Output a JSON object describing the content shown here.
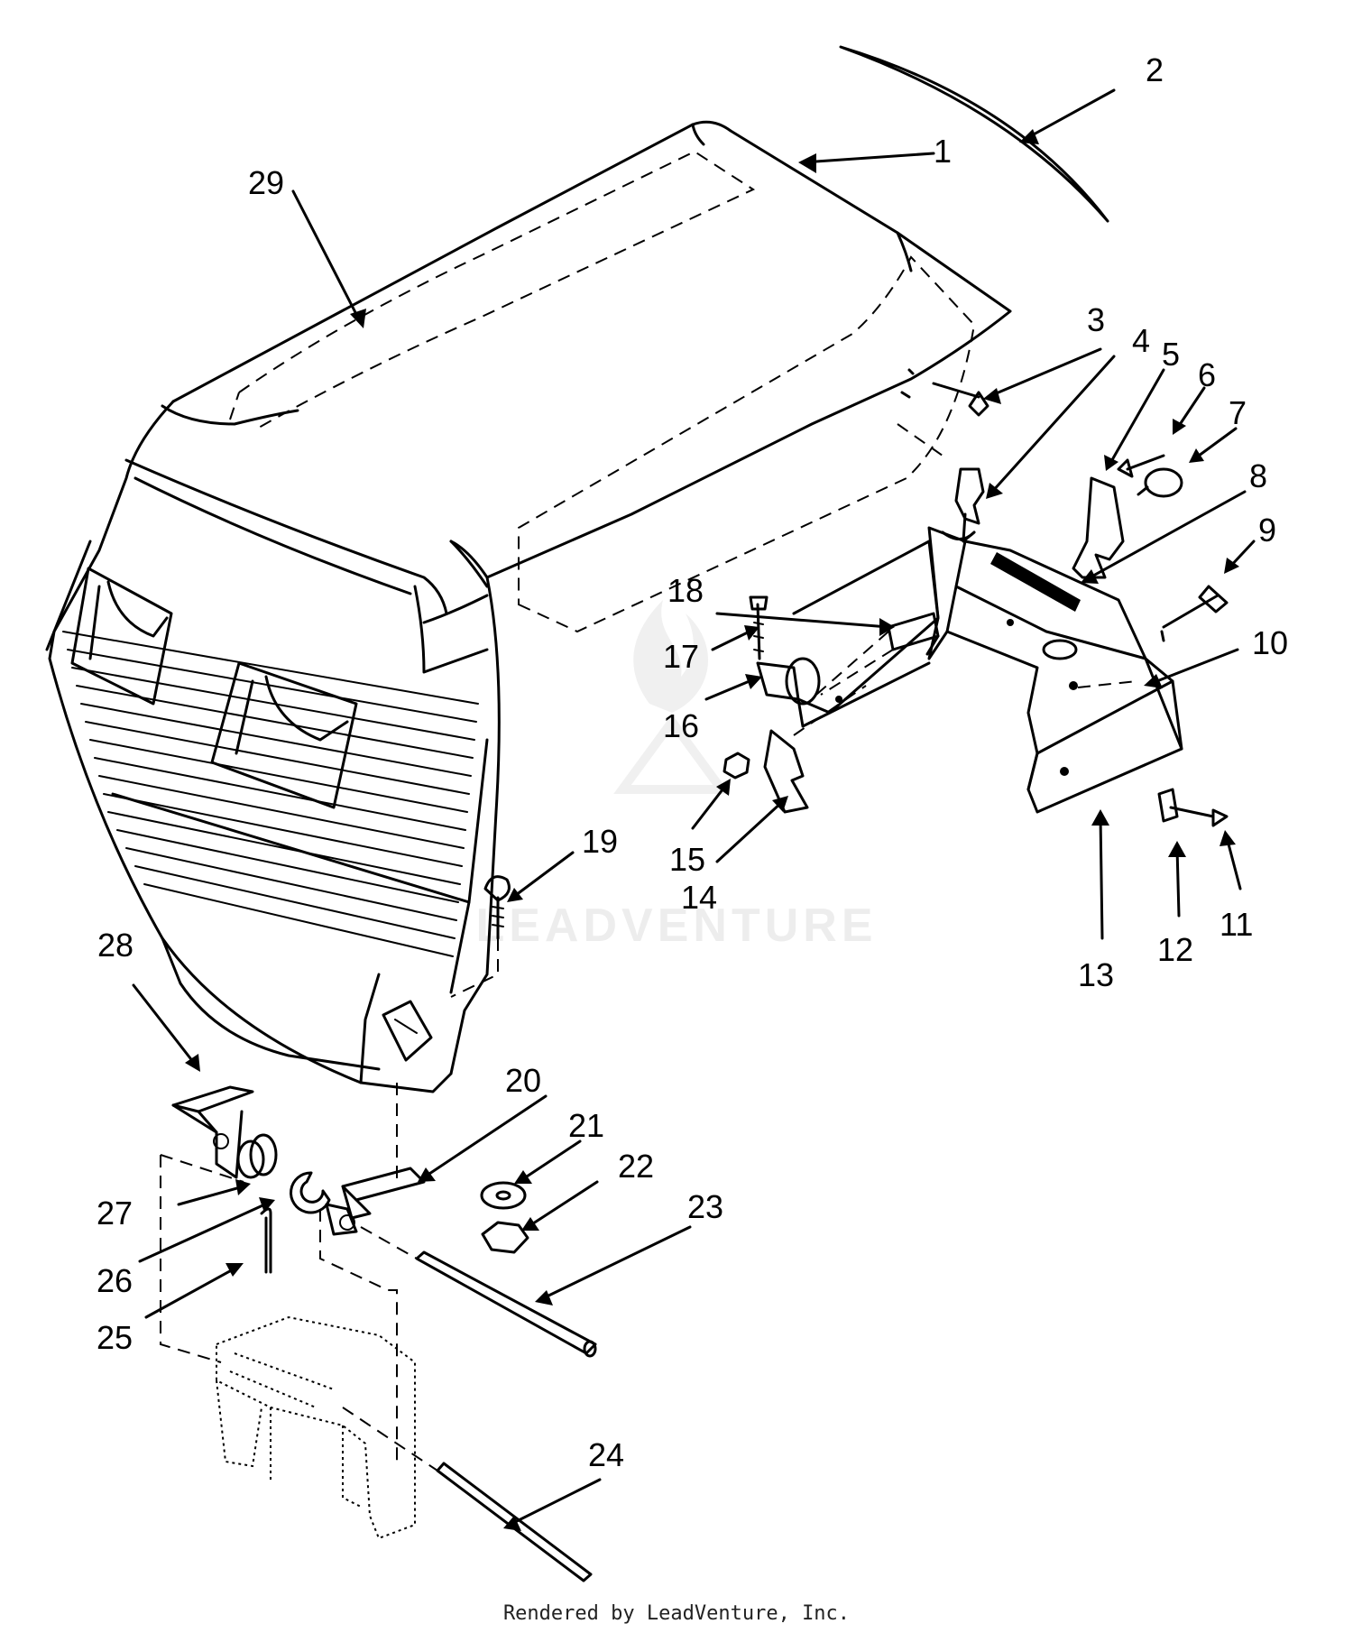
{
  "diagram": {
    "callouts": [
      "1",
      "2",
      "3",
      "4",
      "5",
      "6",
      "7",
      "8",
      "9",
      "10",
      "11",
      "12",
      "13",
      "14",
      "15",
      "16",
      "17",
      "18",
      "19",
      "20",
      "21",
      "22",
      "23",
      "24",
      "25",
      "26",
      "27",
      "28",
      "29"
    ]
  },
  "watermark": {
    "text": "LEADVENTURE"
  },
  "footer": {
    "text": "Rendered by LeadVenture, Inc."
  }
}
